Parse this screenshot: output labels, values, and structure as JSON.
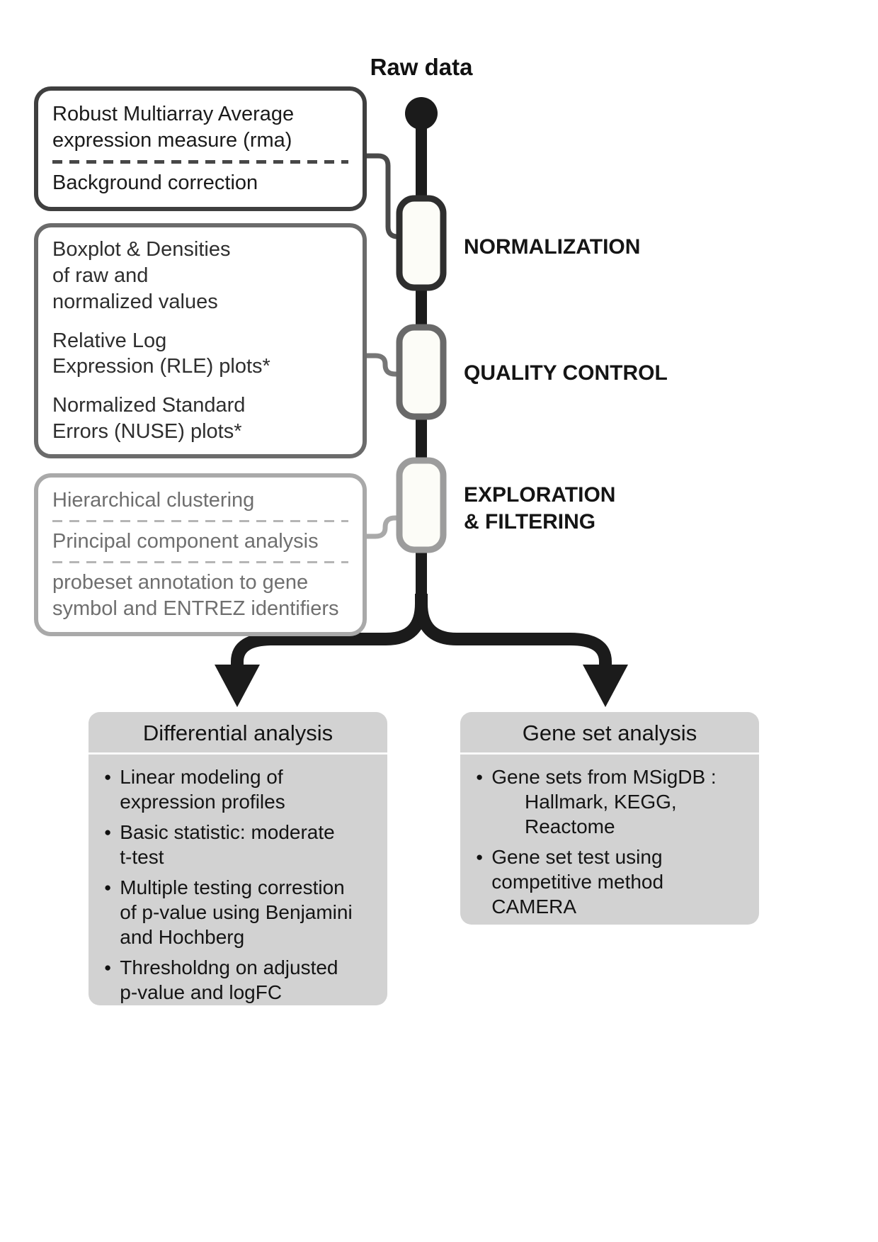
{
  "header": {
    "title": "Raw data"
  },
  "glyphs": {
    "bullet": "●"
  },
  "pipeline": {
    "stages": [
      {
        "label": "NORMALIZATION"
      },
      {
        "label": "QUALITY CONTROL"
      },
      {
        "label": "EXPLORATION\n& FILTERING"
      }
    ],
    "boxes": [
      {
        "items": [
          "Robust Multiarray Average\nexpression measure (rma)",
          "Background correction"
        ]
      },
      {
        "items": [
          "Boxplot & Densities\nof raw and\nnormalized values",
          "Relative Log\nExpression (RLE) plots*",
          "Normalized Standard\nErrors (NUSE) plots*"
        ]
      },
      {
        "items": [
          "Hierarchical clustering",
          "Principal component analysis",
          "probeset annotation to gene\nsymbol and ENTREZ identifiers"
        ]
      }
    ]
  },
  "analysis": {
    "boxes": [
      {
        "title": "Differential analysis",
        "bullets": [
          "Linear modeling of\nexpression profiles",
          "Basic statistic: moderate\nt-test",
          "Multiple testing correstion\nof p-value using Benjamini\nand Hochberg",
          "Thresholdng on adjusted\np-value and logFC"
        ]
      },
      {
        "title": "Gene set analysis",
        "bullets": [
          "Gene sets from MSigDB :\n      Hallmark, KEGG,\n      Reactome",
          "Gene set test using\ncompetitive method\nCAMERA"
        ]
      }
    ]
  },
  "colors": {
    "backbone": "#1b1b1b",
    "normalization_border": "#3f3f3f",
    "quality_control_border": "#6b6b6b",
    "exploration_border": "#a9a9a9",
    "node_fill": "#fcfcf7",
    "analysis_box_bg": "#d2d2d2"
  }
}
